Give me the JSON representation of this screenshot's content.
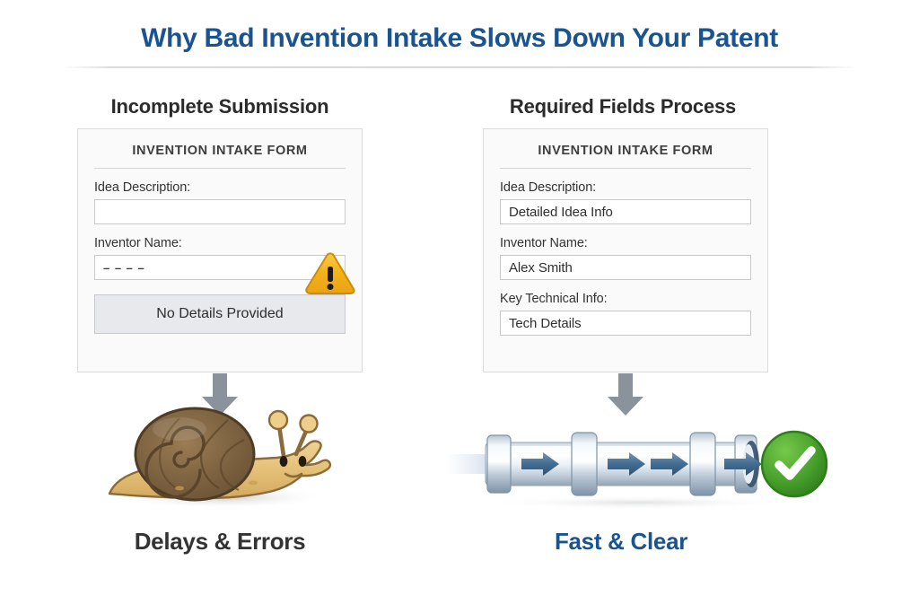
{
  "title": "Why Bad Invention Intake Slows Down Your Patent",
  "columns": {
    "left": {
      "heading": "Incomplete Submission",
      "form": {
        "title": "INVENTION INTAKE FORM",
        "fields": [
          {
            "label": "Idea Description:",
            "value": ""
          },
          {
            "label": "Inventor Name:",
            "value": "– – – –"
          }
        ],
        "status_bar": "No Details Provided",
        "warning_icon": "warning-triangle-icon"
      },
      "flow_icon": "down-arrow-icon",
      "illustration": "snail-icon",
      "outcome": "Delays & Errors"
    },
    "right": {
      "heading": "Required Fields Process",
      "form": {
        "title": "INVENTION INTAKE FORM",
        "fields": [
          {
            "label": "Idea Description:",
            "value": "Detailed Idea Info"
          },
          {
            "label": "Inventor Name:",
            "value": "Alex Smith"
          },
          {
            "label": "Key Technical Info:",
            "value": "Tech Details"
          }
        ]
      },
      "flow_icon": "down-arrow-icon",
      "illustration": "pipeline-icon",
      "illustration_detail": {
        "arrow_count": 4,
        "end_badge": "green-check-circle-icon"
      },
      "outcome": "Fast & Clear"
    }
  },
  "colors": {
    "title_blue": "#1A5490",
    "heading_dark": "#2b2b2b",
    "card_bg": "#fafafa",
    "card_border": "#dcdcdc",
    "status_bar_bg": "#e8e9ed",
    "warning_amber": "#F2B01E",
    "arrow_gray": "#8a939b",
    "check_green": "#4CA52E",
    "pipe_steel": "#93a8bd"
  }
}
